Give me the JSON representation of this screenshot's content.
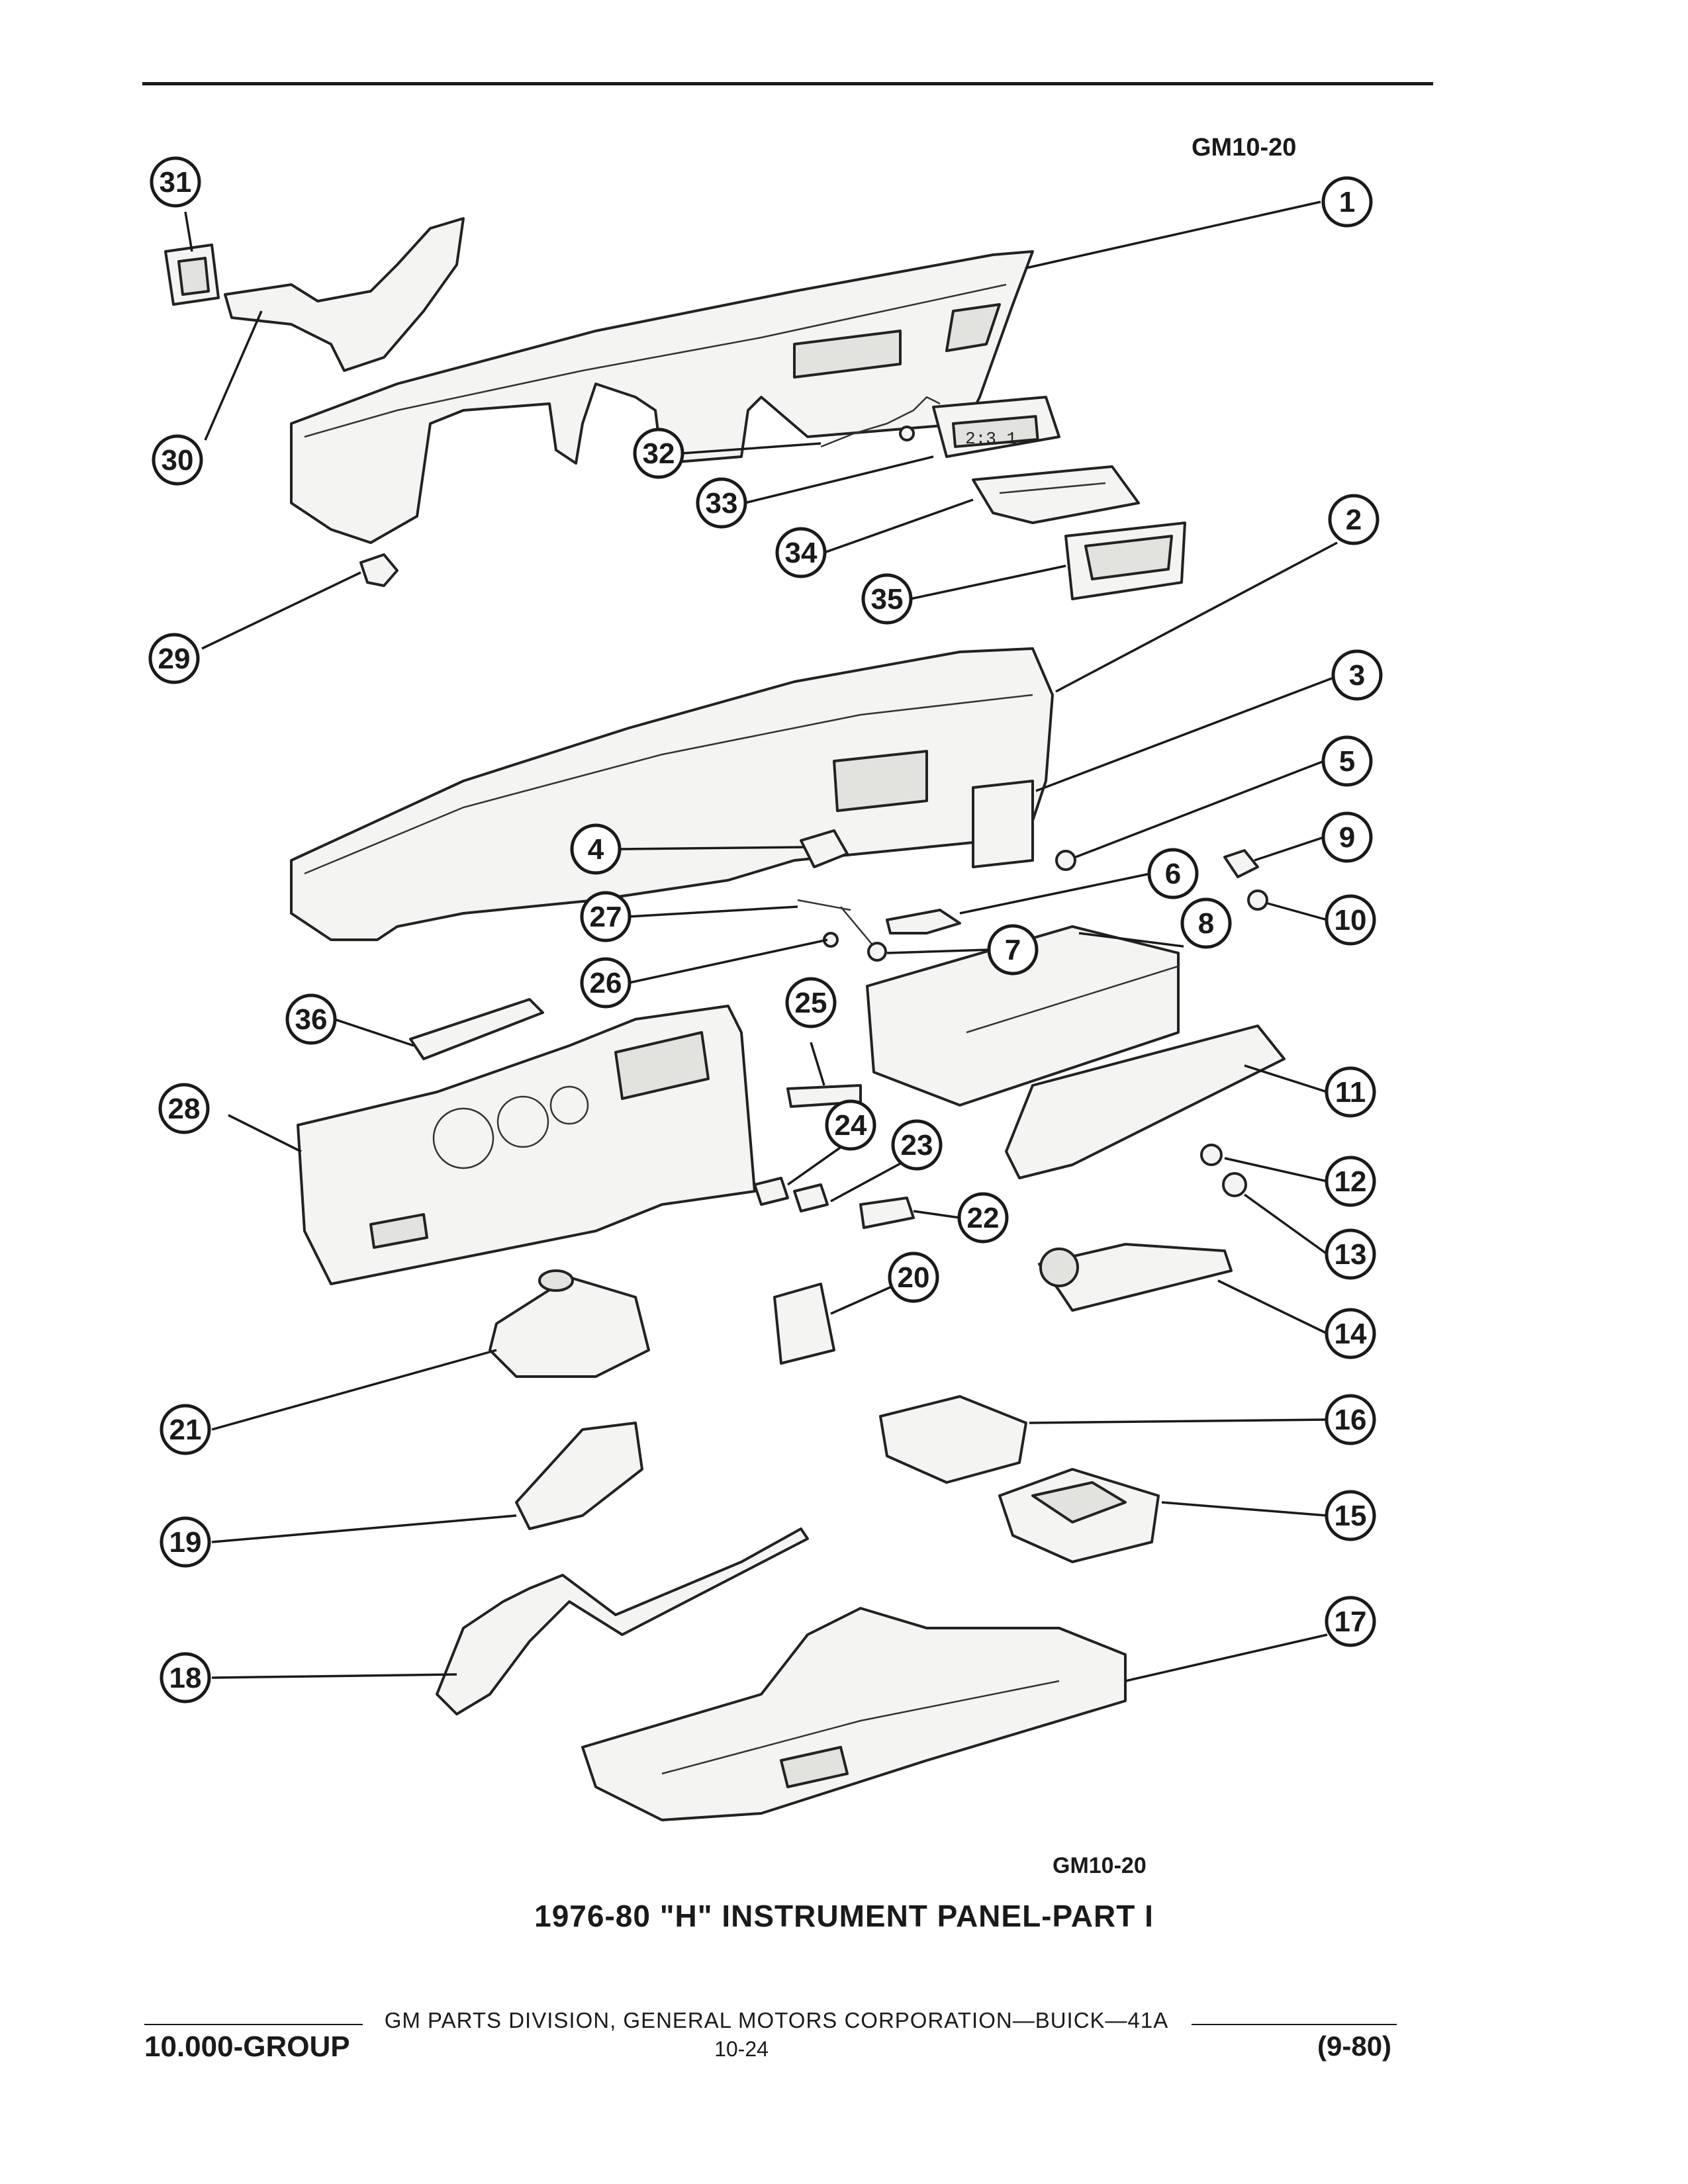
{
  "header": {
    "diagram_code": "GM10-20"
  },
  "figure": {
    "diagram_code": "GM10-20",
    "title": "1976-80 \"H\" INSTRUMENT PANEL-PART I"
  },
  "clock_display": "2:3 1",
  "callouts": [
    "1",
    "2",
    "3",
    "4",
    "5",
    "6",
    "7",
    "8",
    "9",
    "10",
    "11",
    "12",
    "13",
    "14",
    "15",
    "16",
    "17",
    "18",
    "19",
    "20",
    "21",
    "22",
    "23",
    "24",
    "25",
    "26",
    "27",
    "28",
    "29",
    "30",
    "31",
    "32",
    "33",
    "34",
    "35",
    "36"
  ],
  "footer": {
    "organization": "GM PARTS DIVISION, GENERAL MOTORS CORPORATION—BUICK—41A",
    "group": "10.000-GROUP",
    "page": "10-24",
    "date_code": "(9-80)"
  }
}
